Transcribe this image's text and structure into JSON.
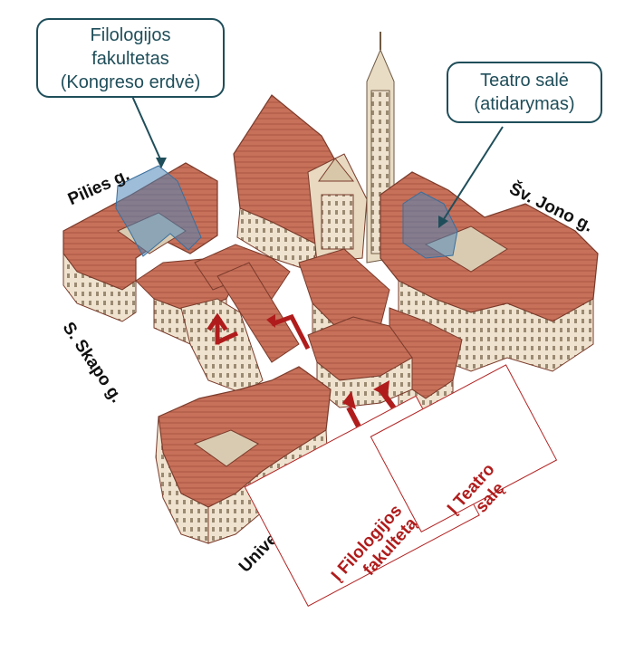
{
  "callouts": {
    "philology": {
      "line1": "Filologijos",
      "line2": "fakultetas",
      "line3": "(Kongreso erdvė)"
    },
    "theatre": {
      "line1": "Teatro salė",
      "line2": "(atidarymas)"
    }
  },
  "streets": {
    "pilies": "Pilies g.",
    "sv_jono": "Šv. Jono g.",
    "s_skapo": "S. Skapo g.",
    "universiteto": "Universiteto g."
  },
  "directions": {
    "philology": {
      "line1": "Į Filologijos",
      "line2": "fakultetą"
    },
    "theatre": {
      "line1": "Į Teatro",
      "line2": "salę"
    }
  },
  "colors": {
    "callout_border": "#1f4e5a",
    "highlight": "#4f86b8",
    "route": "#b01c1c",
    "roof": "#c7705a",
    "wall": "#efe3cf"
  }
}
